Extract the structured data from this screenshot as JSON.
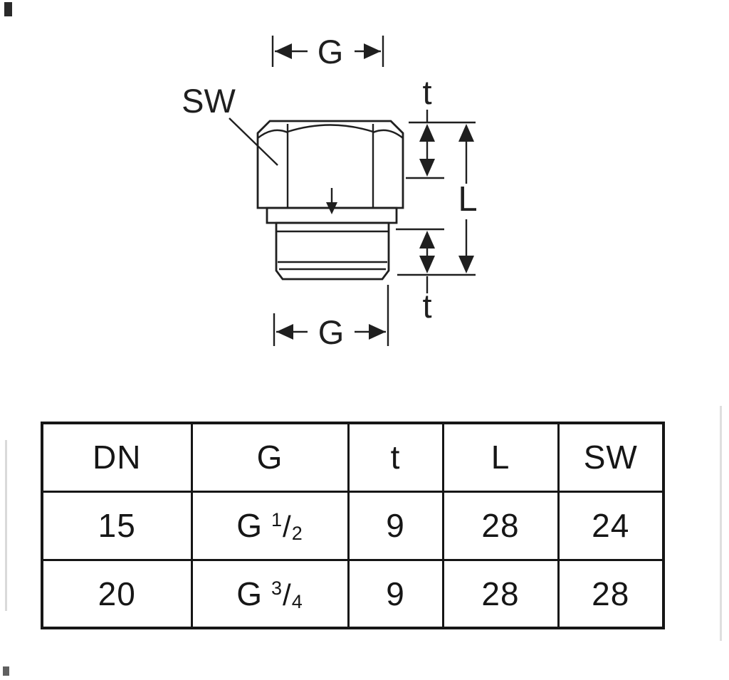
{
  "drawing": {
    "labels": {
      "sw_label": "SW",
      "g_top": "G",
      "t_top": "t",
      "l_label": "L",
      "t_bottom": "t",
      "g_bottom": "G"
    }
  },
  "table": {
    "headers": [
      "DN",
      "G",
      "t",
      "L",
      "SW"
    ],
    "rows": [
      {
        "dn": "15",
        "g_prefix": "G",
        "g_num": "1",
        "g_slash": "/",
        "g_den": "2",
        "t": "9",
        "l": "28",
        "sw": "24"
      },
      {
        "dn": "20",
        "g_prefix": "G",
        "g_num": "3",
        "g_slash": "/",
        "g_den": "4",
        "t": "9",
        "l": "28",
        "sw": "28"
      }
    ]
  }
}
